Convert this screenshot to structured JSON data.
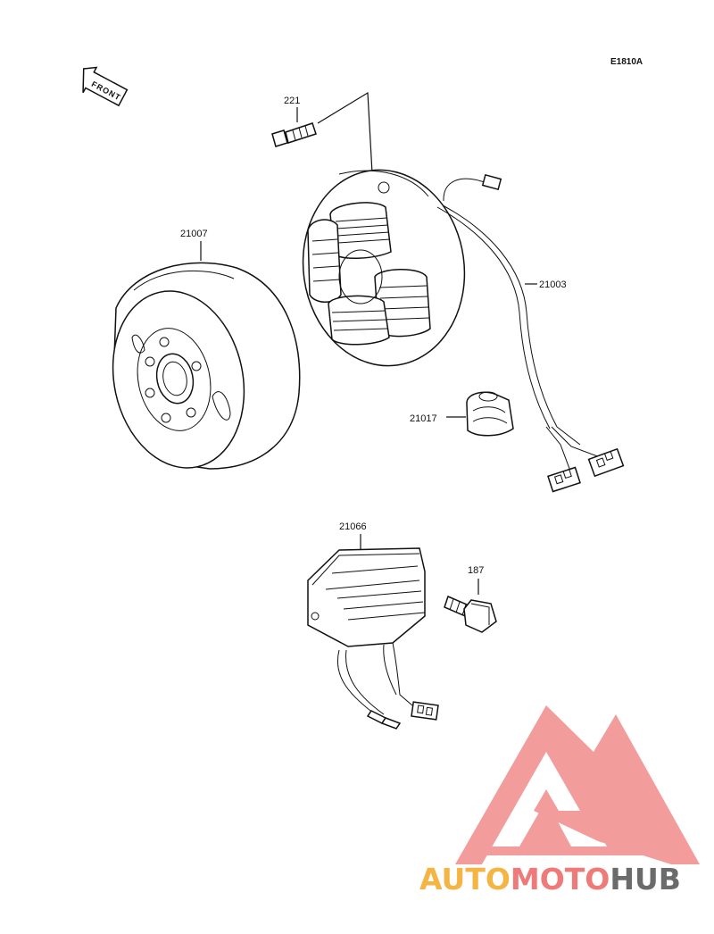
{
  "diagram": {
    "code": "E1810A",
    "front_label": "FRONT",
    "parts": {
      "screw": "221",
      "flywheel": "21007",
      "stator": "21003",
      "grommet": "21017",
      "regulator": "21066",
      "bolt": "187"
    }
  },
  "watermark": {
    "word_part1": "AUTO",
    "word_part2": "MOTO",
    "word_part3": "HUB",
    "colors": {
      "auto": "#f5b544",
      "moto": "#ef7a7a",
      "hub": "#6b6b6b",
      "logo": "#f28b8b"
    }
  }
}
